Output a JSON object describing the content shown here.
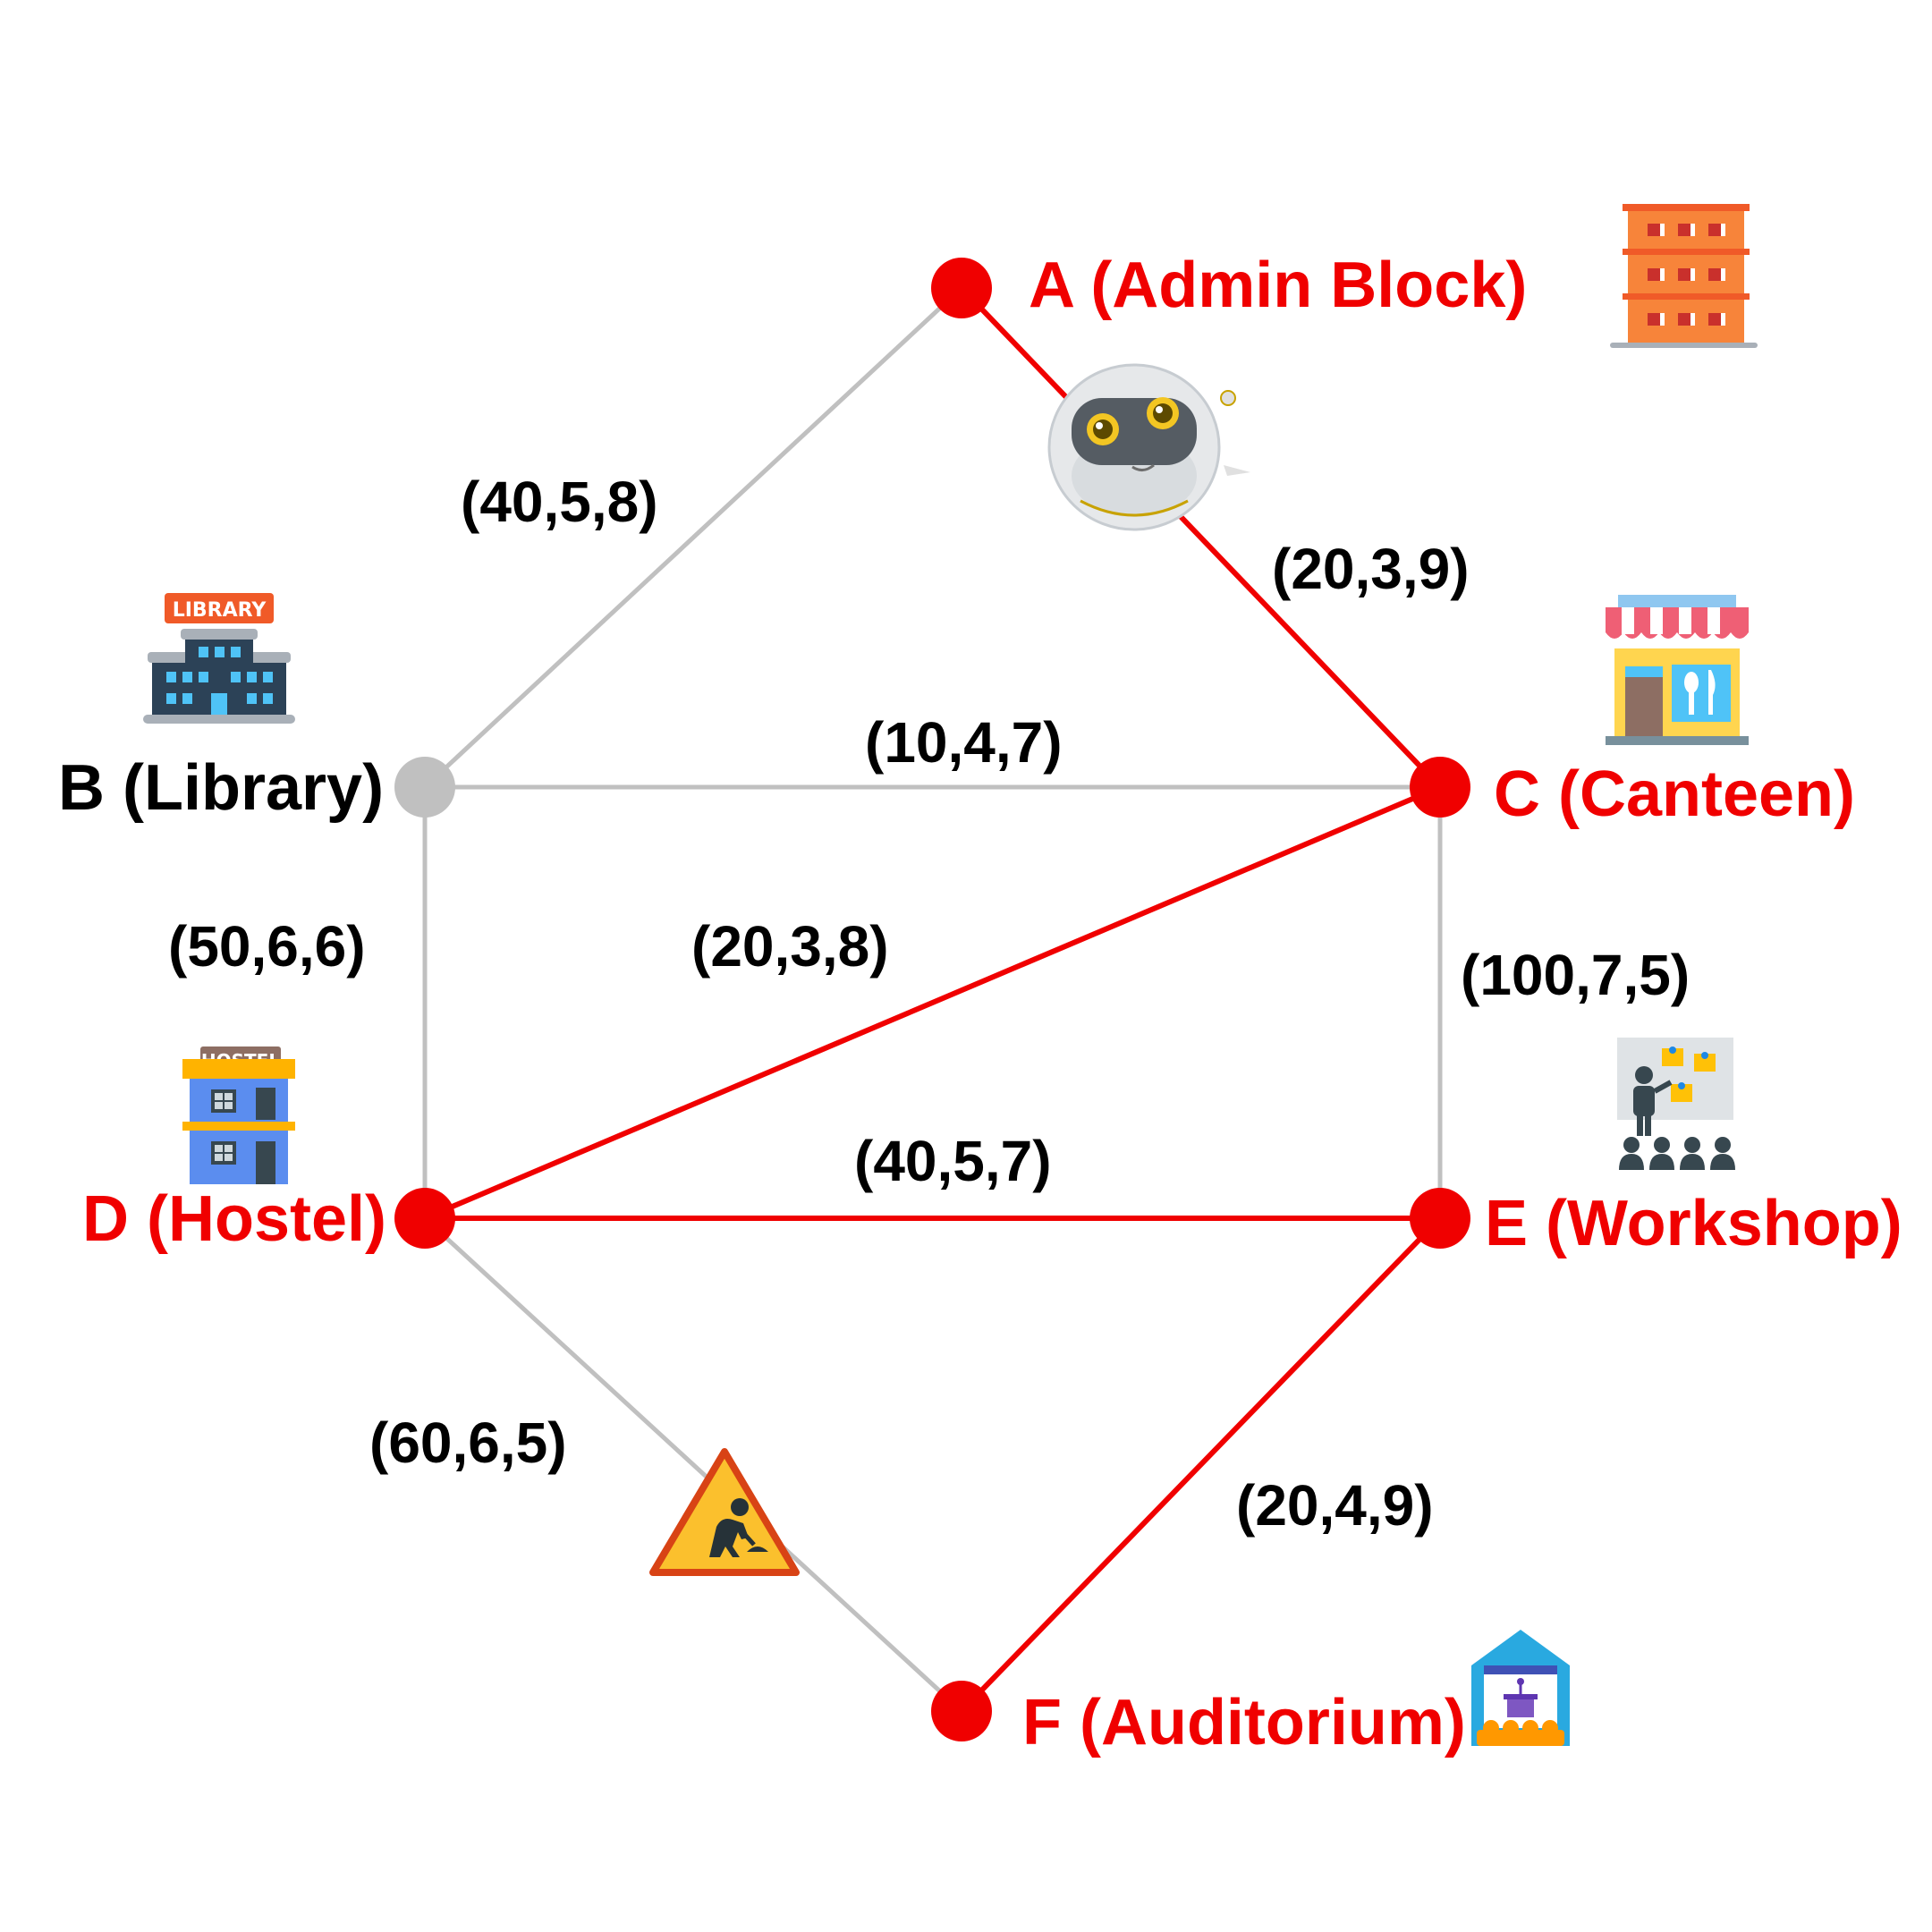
{
  "colors": {
    "active": "#f00000",
    "inactive": "#c0c0c0",
    "inactive_label": "#000000"
  },
  "nodes": [
    {
      "id": "A",
      "label": "A (Admin Block)",
      "active": true,
      "icon": "office-building-icon"
    },
    {
      "id": "B",
      "label": "B (Library)",
      "active": false,
      "icon": "library-building-icon",
      "icon_sign": "LIBRARY"
    },
    {
      "id": "C",
      "label": "C (Canteen)",
      "active": true,
      "icon": "canteen-shop-icon"
    },
    {
      "id": "D",
      "label": "D (Hostel)",
      "active": true,
      "icon": "hostel-building-icon",
      "icon_sign": "HOSTEL"
    },
    {
      "id": "E",
      "label": "E (Workshop)",
      "active": true,
      "icon": "workshop-presentation-icon"
    },
    {
      "id": "F",
      "label": "F (Auditorium)",
      "active": true,
      "icon": "auditorium-stage-icon"
    }
  ],
  "edges": [
    {
      "from": "A",
      "to": "B",
      "label": "(40,5,8)",
      "active": false
    },
    {
      "from": "A",
      "to": "C",
      "label": "(20,3,9)",
      "active": true
    },
    {
      "from": "B",
      "to": "C",
      "label": "(10,4,7)",
      "active": false
    },
    {
      "from": "B",
      "to": "D",
      "label": "(50,6,6)",
      "active": false
    },
    {
      "from": "C",
      "to": "D",
      "label": "(20,3,8)",
      "active": true
    },
    {
      "from": "C",
      "to": "E",
      "label": "(100,7,5)",
      "active": false
    },
    {
      "from": "D",
      "to": "E",
      "label": "(40,5,7)",
      "active": true
    },
    {
      "from": "D",
      "to": "F",
      "label": "(60,6,5)",
      "active": false
    },
    {
      "from": "E",
      "to": "F",
      "label": "(20,4,9)",
      "active": true
    }
  ],
  "markers": [
    {
      "name": "robot-icon",
      "on_edge": "A-C"
    },
    {
      "name": "road-work-warning-icon",
      "on_edge": "D-F"
    }
  ]
}
